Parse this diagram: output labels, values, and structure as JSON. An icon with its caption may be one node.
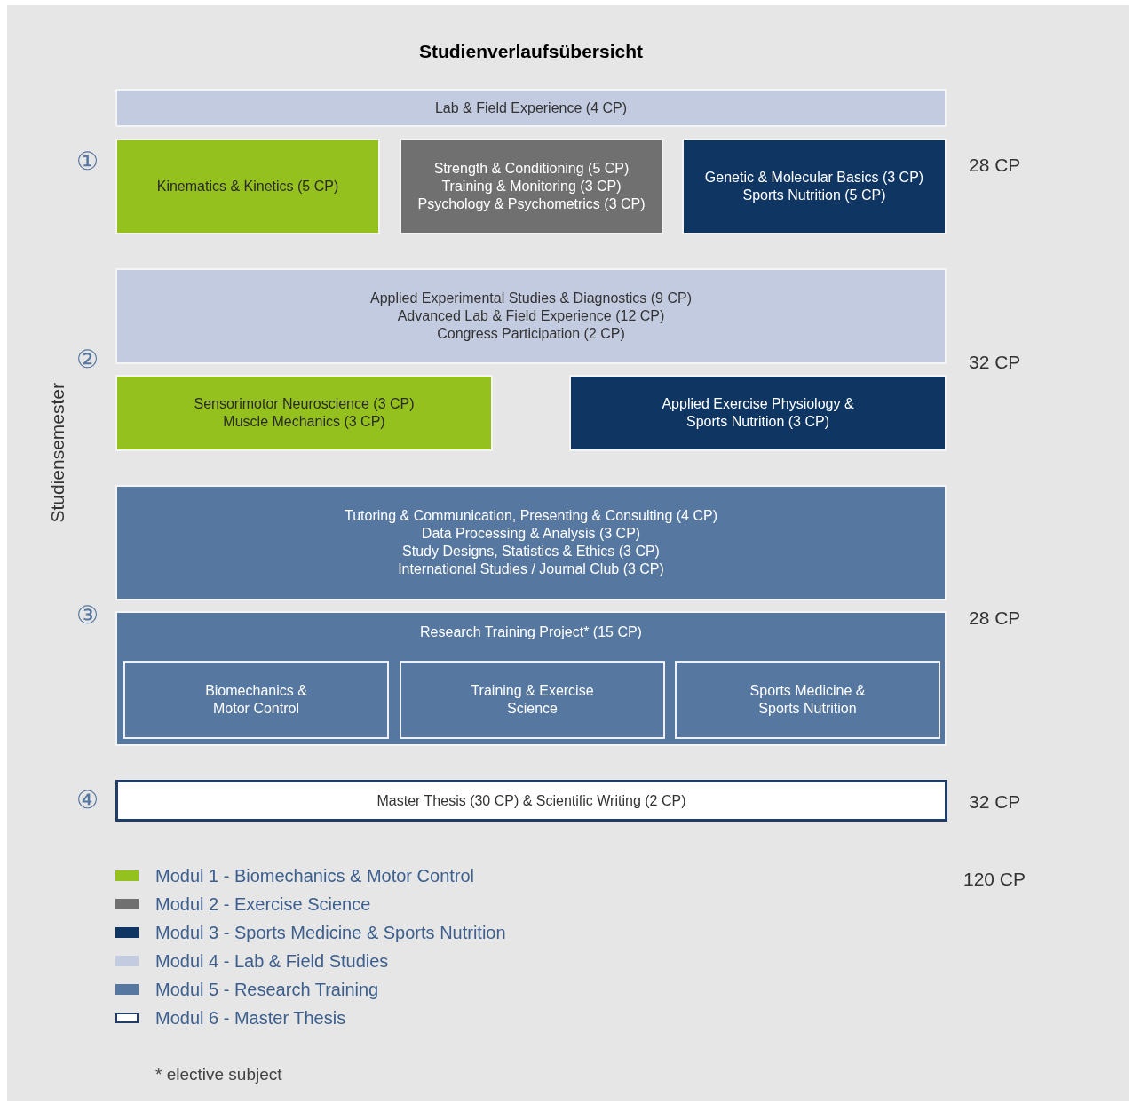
{
  "diagram": {
    "title": "Studienverlaufsübersicht",
    "nodes": [
      {
        "text": [
          "Lab & Field Experience (4 CP)"
        ]
      },
      {
        "text": [
          "Kinematics & Kinetics (5 CP)"
        ]
      },
      {
        "text": [
          "Strength & Conditioning (5 CP)",
          "Training & Monitoring (3 CP)",
          "Psychology & Psychometrics (3 CP)"
        ]
      },
      {
        "text": [
          "Genetic & Molecular Basics (3 CP)",
          "Sports Nutrition (5 CP)"
        ]
      },
      {
        "text": [
          "Applied Experimental Studies & Diagnostics (9 CP)",
          "Advanced Lab & Field Experience (12 CP)",
          "Congress Participation (2 CP)"
        ]
      },
      {
        "text": [
          "Sensorimotor Neuroscience (3 CP)",
          "Muscle Mechanics (3 CP)"
        ]
      },
      {
        "text": [
          "Applied Exercise Physiology & Sports Nutrition (3 CP)"
        ]
      },
      {
        "text": [
          "Tutoring & Communication, Presenting & Consulting (4 CP)",
          "Data Processing & Analysis (3 CP)",
          "Study Designs, Statistics & Ethics (3 CP)",
          "International Studies / Journal Club (3 CP)"
        ]
      },
      {
        "text": [
          "Research Training Project* (15 CP)"
        ]
      },
      {
        "text": [
          "Biomechanics & Motor Control"
        ],
        "in": 8
      },
      {
        "text": [
          "Training & Exercise Science"
        ],
        "in": 8
      },
      {
        "text": [
          "Sports Medicine & Sports Nutrition"
        ],
        "in": 8
      },
      {
        "text": [
          "Master Thesis (30 CP) & Scientific Writing (2 CP)"
        ]
      }
    ],
    "edges": [],
    "labels": [
      "①",
      "28 CP",
      "Studiensemester",
      "②",
      "32 CP",
      "③",
      "28 CP",
      "④",
      "32 CP",
      "120 CP",
      "* elective subject"
    ],
    "legend": [
      {
        "text": "Modul 1 - Biomechanics & Motor Control",
        "color": "#95c11f"
      },
      {
        "text": "Modul 2 - Exercise Science",
        "color": "#707070"
      },
      {
        "text": "Modul 3 - Sports Medicine & Sports Nutrition",
        "color": "#0f3562"
      },
      {
        "text": "Modul 4 - Lab & Field Studies",
        "color": "#c3cbe0"
      },
      {
        "text": "Modul 5 - Research Training",
        "color": "#5677a0"
      },
      {
        "text": "Modul 6 - Master Thesis"
      }
    ]
  }
}
